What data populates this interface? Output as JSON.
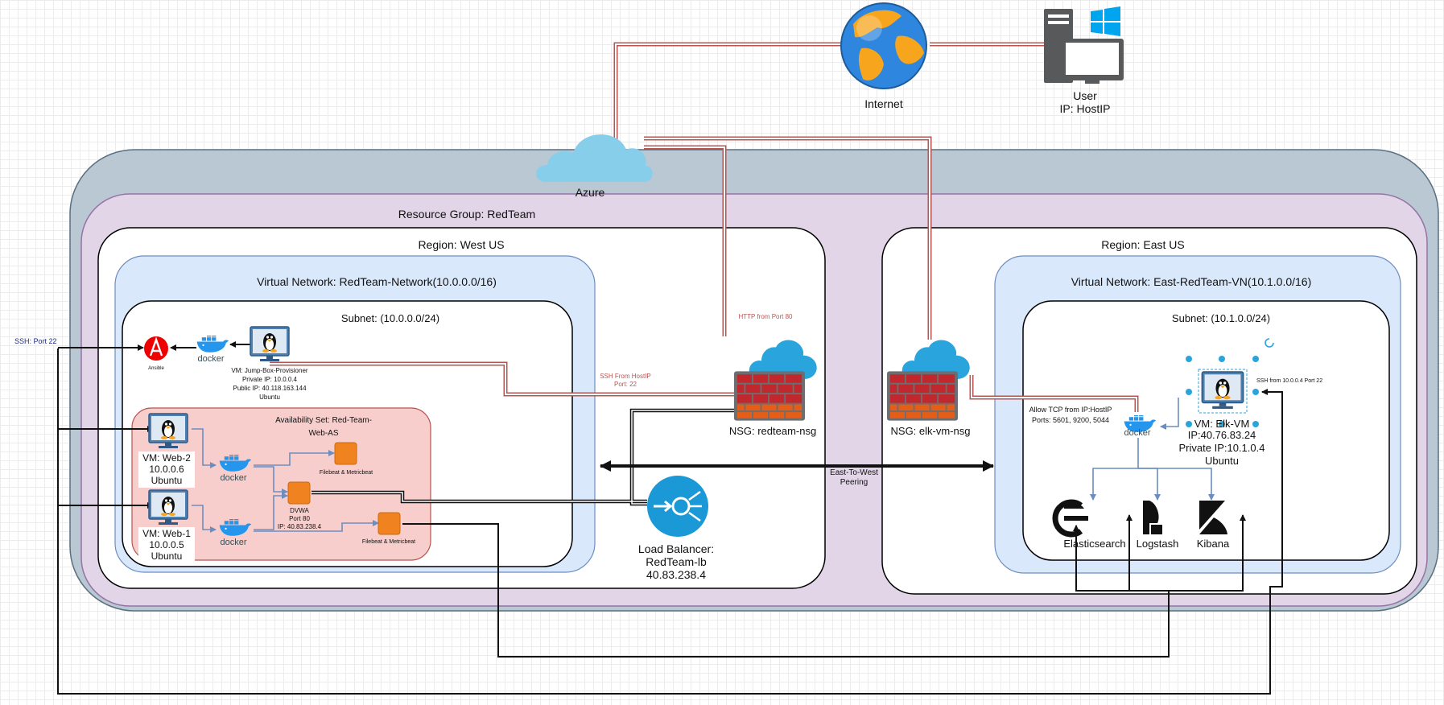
{
  "top": {
    "internet_label": "Internet",
    "user_label": "User",
    "user_ip": "IP: HostIP",
    "azure_label": "Azure"
  },
  "resource_group_label": "Resource Group: RedTeam",
  "west": {
    "region_label": "Region: West US",
    "vnet_label": "Virtual Network: RedTeam-Network(10.0.0.0/16)",
    "subnet_label": "Subnet: (10.0.0.0/24)",
    "jumpbox": {
      "name": "VM: Jump-Box-Provisioner",
      "private_ip": "Private IP: 10.0.0.4",
      "public_ip": "Public IP: 40.118.163.144",
      "os": "Ubuntu"
    },
    "ansible_label": "Ansible",
    "docker_label": "docker",
    "availability_set_line1": "Availability Set: Red-Team-",
    "availability_set_line2": "Web-AS",
    "web2": {
      "name": "VM: Web-2",
      "ip": "10.0.0.6",
      "os": "Ubuntu"
    },
    "web1": {
      "name": "VM: Web-1",
      "ip": "10.0.0.5",
      "os": "Ubuntu"
    },
    "beats_label": "Filebeat & Metricbeat",
    "dvwa": {
      "name": "DVWA",
      "port": "Port 80",
      "ip": "IP: 40.83.238.4"
    },
    "nsg_label": "NSG: redteam-nsg",
    "http_rule": "HTTP from Port 80",
    "ssh_rule_line1": "SSH From HostIP",
    "ssh_rule_line2": "Port: 22",
    "lb": {
      "line1": "Load Balancer:",
      "line2": "RedTeam-lb",
      "line3": "40.83.238.4"
    },
    "ssh_port_label": "SSH: Port 22"
  },
  "peering": {
    "line1": "East-To-West",
    "line2": "Peering"
  },
  "east": {
    "region_label": "Region: East US",
    "vnet_label": "Virtual Network: East-RedTeam-VN(10.1.0.0/16)",
    "subnet_label": "Subnet: (10.1.0.0/24)",
    "nsg_label": "NSG: elk-vm-nsg",
    "allow_rule_line1": "Allow TCP  from IP:HostIP",
    "allow_rule_line2": "Ports: 5601, 9200, 5044",
    "elk_vm": {
      "name": "VM: Elk-VM",
      "ip": "IP:40.76.83.24",
      "private_ip": "Private IP:10.1.0.4",
      "os": "Ubuntu"
    },
    "ssh_elk_rule": "SSH from 10.0.0.4 Port 22",
    "elasticsearch_label": "Elasticsearch",
    "logstash_label": "Logstash",
    "kibana_label": "Kibana"
  },
  "colors": {
    "azure_outer": "#b9c8d3",
    "resource_group": "#e1d5e7",
    "region": "#ffffff",
    "vnet": "#dae8fc",
    "availability_set": "#f8cecc",
    "firewall_red": "#c0282d",
    "firewall_orange": "#e55d17",
    "firewall_frame": "#6d6e71",
    "cloud": "#29a4dd",
    "docker": "#2496ed",
    "ansible": "#e00",
    "lb": "#1b99d6",
    "orange_box": "#f08320",
    "monitor": "#4d7fb0",
    "flow_blue": "#6c8ebf",
    "red_link": "#b85450"
  }
}
